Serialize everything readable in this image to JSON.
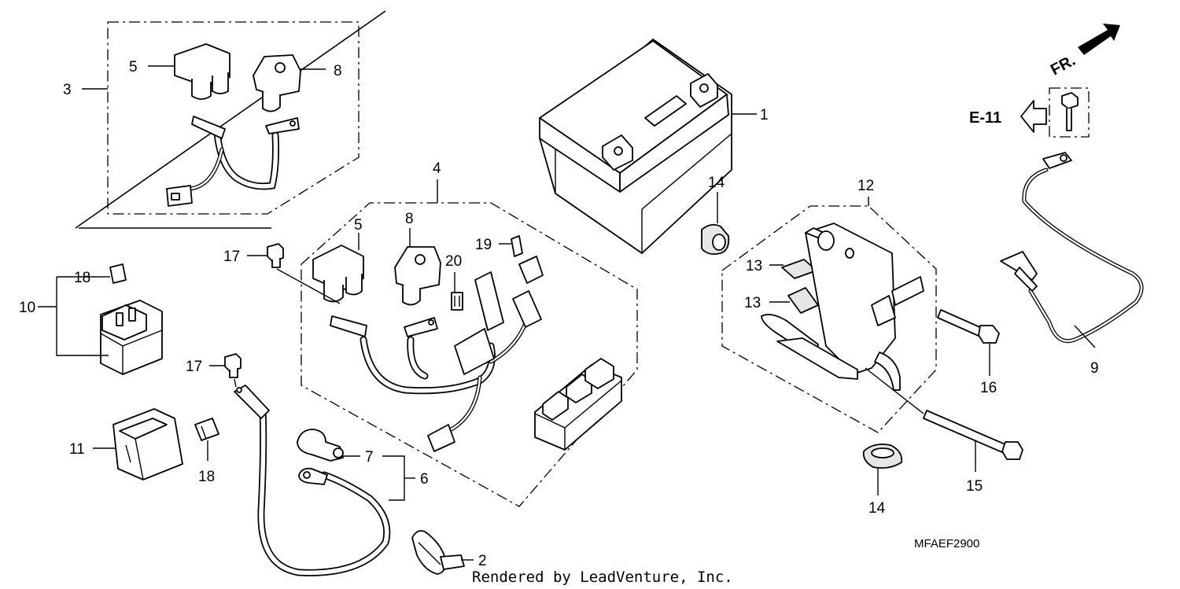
{
  "diagram": {
    "code": "MFAEF2900",
    "credit": "Rendered by LeadVenture, Inc.",
    "direction_label": "FR.",
    "reference_label": "E-11"
  },
  "callouts": [
    {
      "id": "c1",
      "text": "1"
    },
    {
      "id": "c2",
      "text": "2"
    },
    {
      "id": "c3",
      "text": "3"
    },
    {
      "id": "c4",
      "text": "4"
    },
    {
      "id": "c5a",
      "text": "5"
    },
    {
      "id": "c5b",
      "text": "5"
    },
    {
      "id": "c6",
      "text": "6"
    },
    {
      "id": "c7",
      "text": "7"
    },
    {
      "id": "c8a",
      "text": "8"
    },
    {
      "id": "c8b",
      "text": "8"
    },
    {
      "id": "c9",
      "text": "9"
    },
    {
      "id": "c10",
      "text": "10"
    },
    {
      "id": "c11",
      "text": "11"
    },
    {
      "id": "c12",
      "text": "12"
    },
    {
      "id": "c13a",
      "text": "13"
    },
    {
      "id": "c13b",
      "text": "13"
    },
    {
      "id": "c14a",
      "text": "14"
    },
    {
      "id": "c14b",
      "text": "14"
    },
    {
      "id": "c15",
      "text": "15"
    },
    {
      "id": "c16",
      "text": "16"
    },
    {
      "id": "c17a",
      "text": "17"
    },
    {
      "id": "c17b",
      "text": "17"
    },
    {
      "id": "c18a",
      "text": "18"
    },
    {
      "id": "c18b",
      "text": "18"
    },
    {
      "id": "c19",
      "text": "19"
    },
    {
      "id": "c20",
      "text": "20"
    }
  ]
}
